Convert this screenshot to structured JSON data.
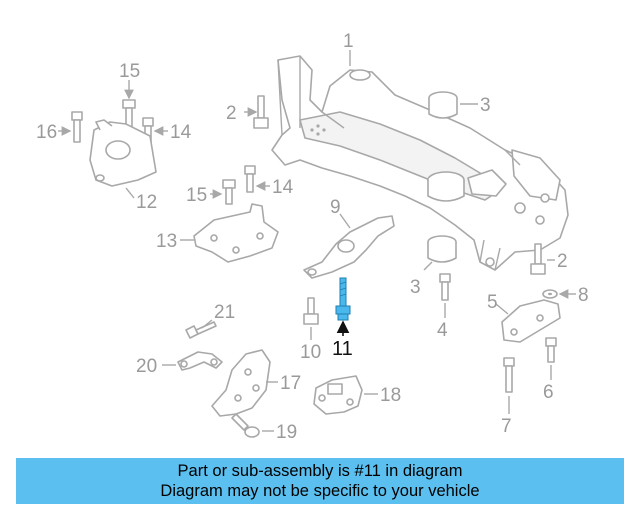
{
  "diagram": {
    "highlighted_part": "11",
    "colors": {
      "highlight": "#4ab8ec",
      "outline": "#a8a8a8",
      "banner": "#5bc0f0"
    },
    "callouts": [
      "1",
      "2",
      "3",
      "4",
      "5",
      "6",
      "7",
      "8",
      "9",
      "10",
      "11",
      "12",
      "13",
      "14",
      "15",
      "16",
      "17",
      "18",
      "19",
      "20",
      "21"
    ]
  },
  "banner": {
    "line1": "Part or sub-assembly is #11 in diagram",
    "line2": "Diagram may not be specific to your vehicle"
  }
}
